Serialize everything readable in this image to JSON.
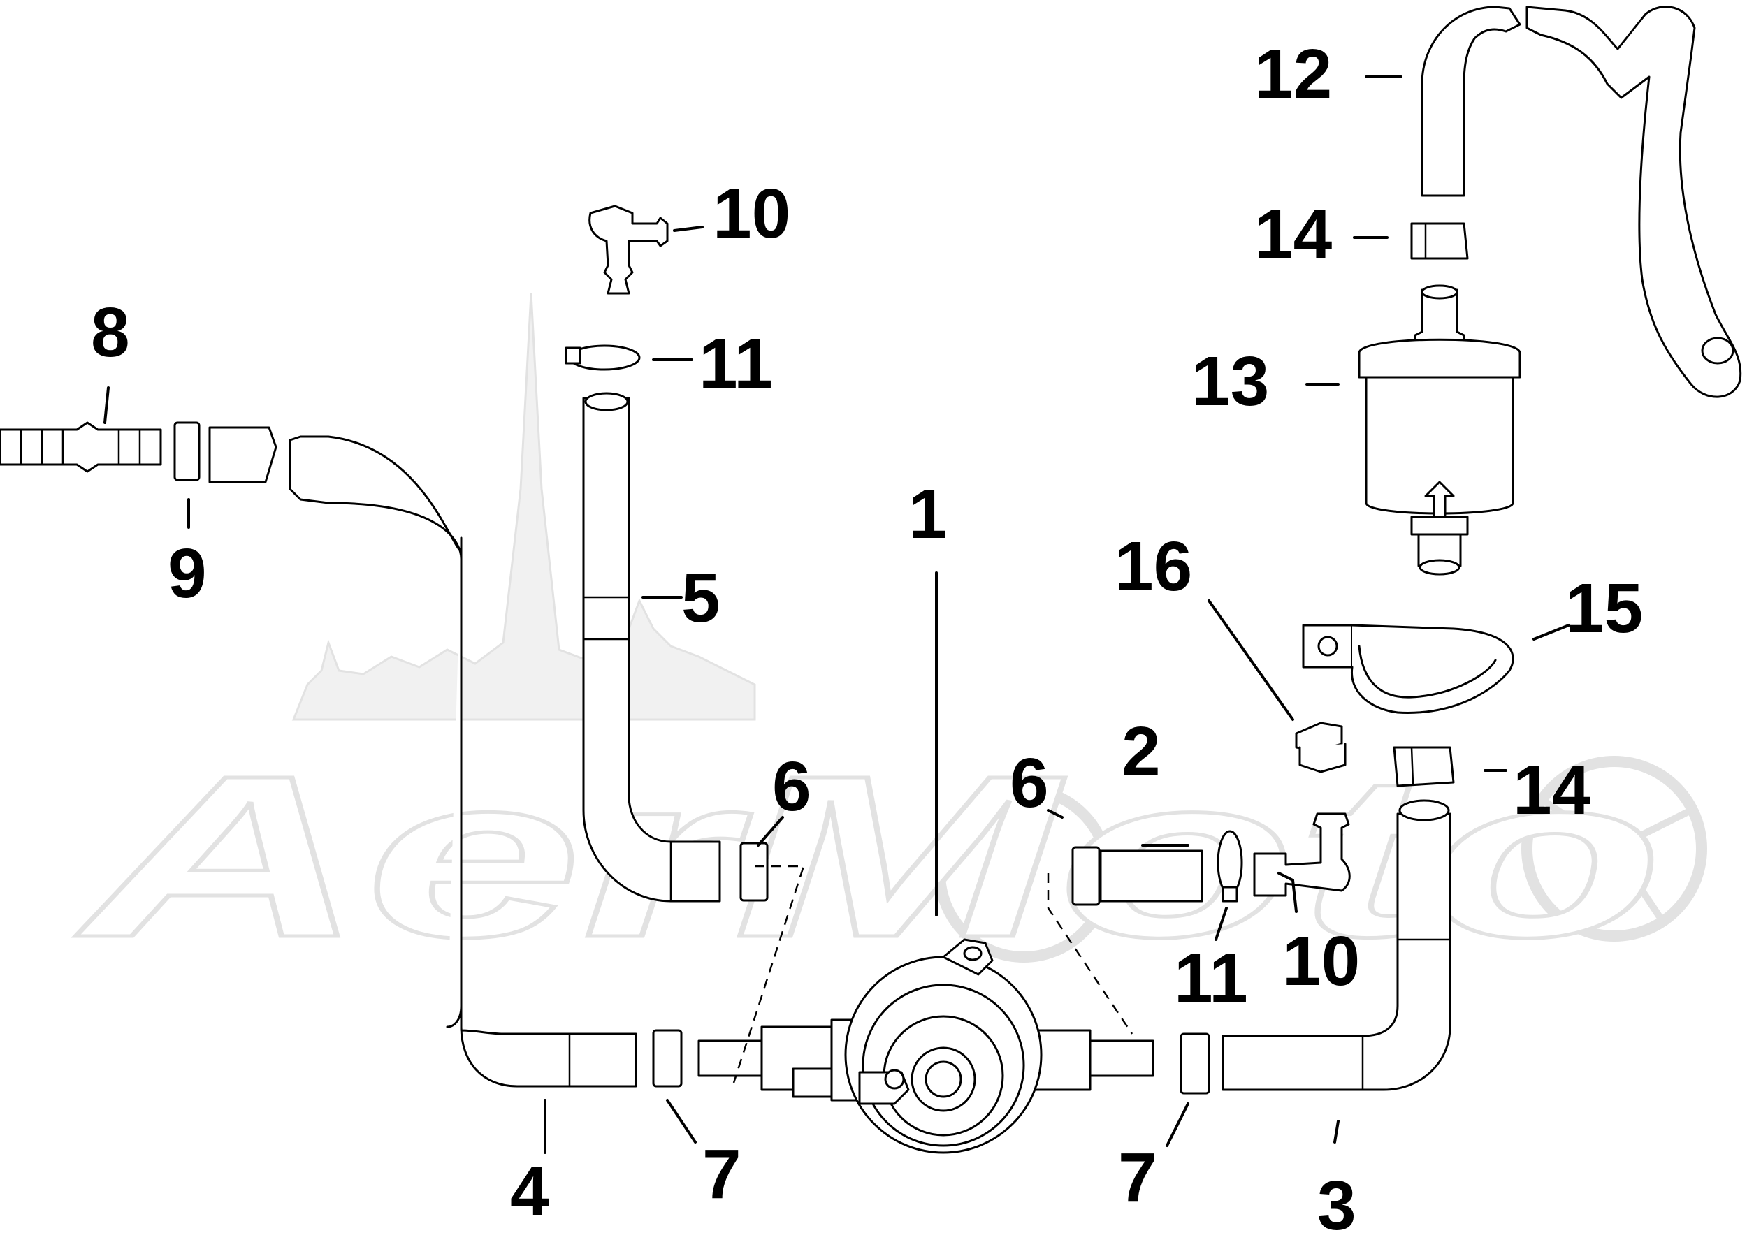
{
  "watermark": {
    "text": "AerMoto"
  },
  "callouts": [
    {
      "id": "c1",
      "text": "1"
    },
    {
      "id": "c2",
      "text": "2"
    },
    {
      "id": "c3",
      "text": "3"
    },
    {
      "id": "c4",
      "text": "4"
    },
    {
      "id": "c5",
      "text": "5"
    },
    {
      "id": "c6a",
      "text": "6"
    },
    {
      "id": "c6b",
      "text": "6"
    },
    {
      "id": "c7a",
      "text": "7"
    },
    {
      "id": "c7b",
      "text": "7"
    },
    {
      "id": "c8",
      "text": "8"
    },
    {
      "id": "c9",
      "text": "9"
    },
    {
      "id": "c10a",
      "text": "10"
    },
    {
      "id": "c10b",
      "text": "10"
    },
    {
      "id": "c11a",
      "text": "11"
    },
    {
      "id": "c11b",
      "text": "11"
    },
    {
      "id": "c12",
      "text": "12"
    },
    {
      "id": "c13",
      "text": "13"
    },
    {
      "id": "c14a",
      "text": "14"
    },
    {
      "id": "c14b",
      "text": "14"
    },
    {
      "id": "c15",
      "text": "15"
    },
    {
      "id": "c16",
      "text": "16"
    }
  ]
}
